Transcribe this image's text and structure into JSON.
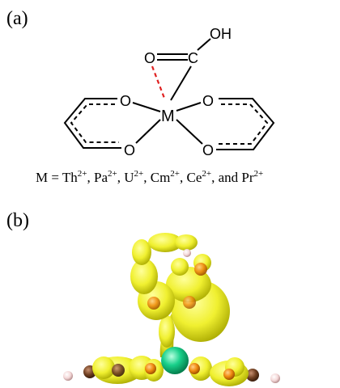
{
  "panel_a_label": "(a)",
  "panel_b_label": "(b)",
  "structure": {
    "atoms": {
      "oh": "OH",
      "carbonyl_o": "O",
      "carbon": "C",
      "metal": "M",
      "o_upper_left": "O",
      "o_upper_right": "O",
      "o_lower_left": "O",
      "o_lower_right": "O"
    },
    "interaction_color": "#e02020"
  },
  "caption": {
    "prefix": "M = ",
    "ions": [
      {
        "el": "Th",
        "charge": "2+",
        "sep": ", "
      },
      {
        "el": "Pa",
        "charge": "2+",
        "sep": ", "
      },
      {
        "el": "U",
        "charge": "2+",
        "sep": ", "
      },
      {
        "el": "Cm",
        "charge": "2+",
        "sep": ", "
      },
      {
        "el": "Ce",
        "charge": "2+",
        "sep": ", and "
      },
      {
        "el": "Pr",
        "charge": "2+",
        "sep": ""
      }
    ]
  },
  "isosurface": {
    "surface_color": "#f2f22a",
    "surface_shade": "#b8b800",
    "metal_color": "#18d08a",
    "oxygen_color": "#f08a10",
    "carbon_color": "#7a4a2a",
    "hydrogen_color": "#f4d8d8"
  }
}
